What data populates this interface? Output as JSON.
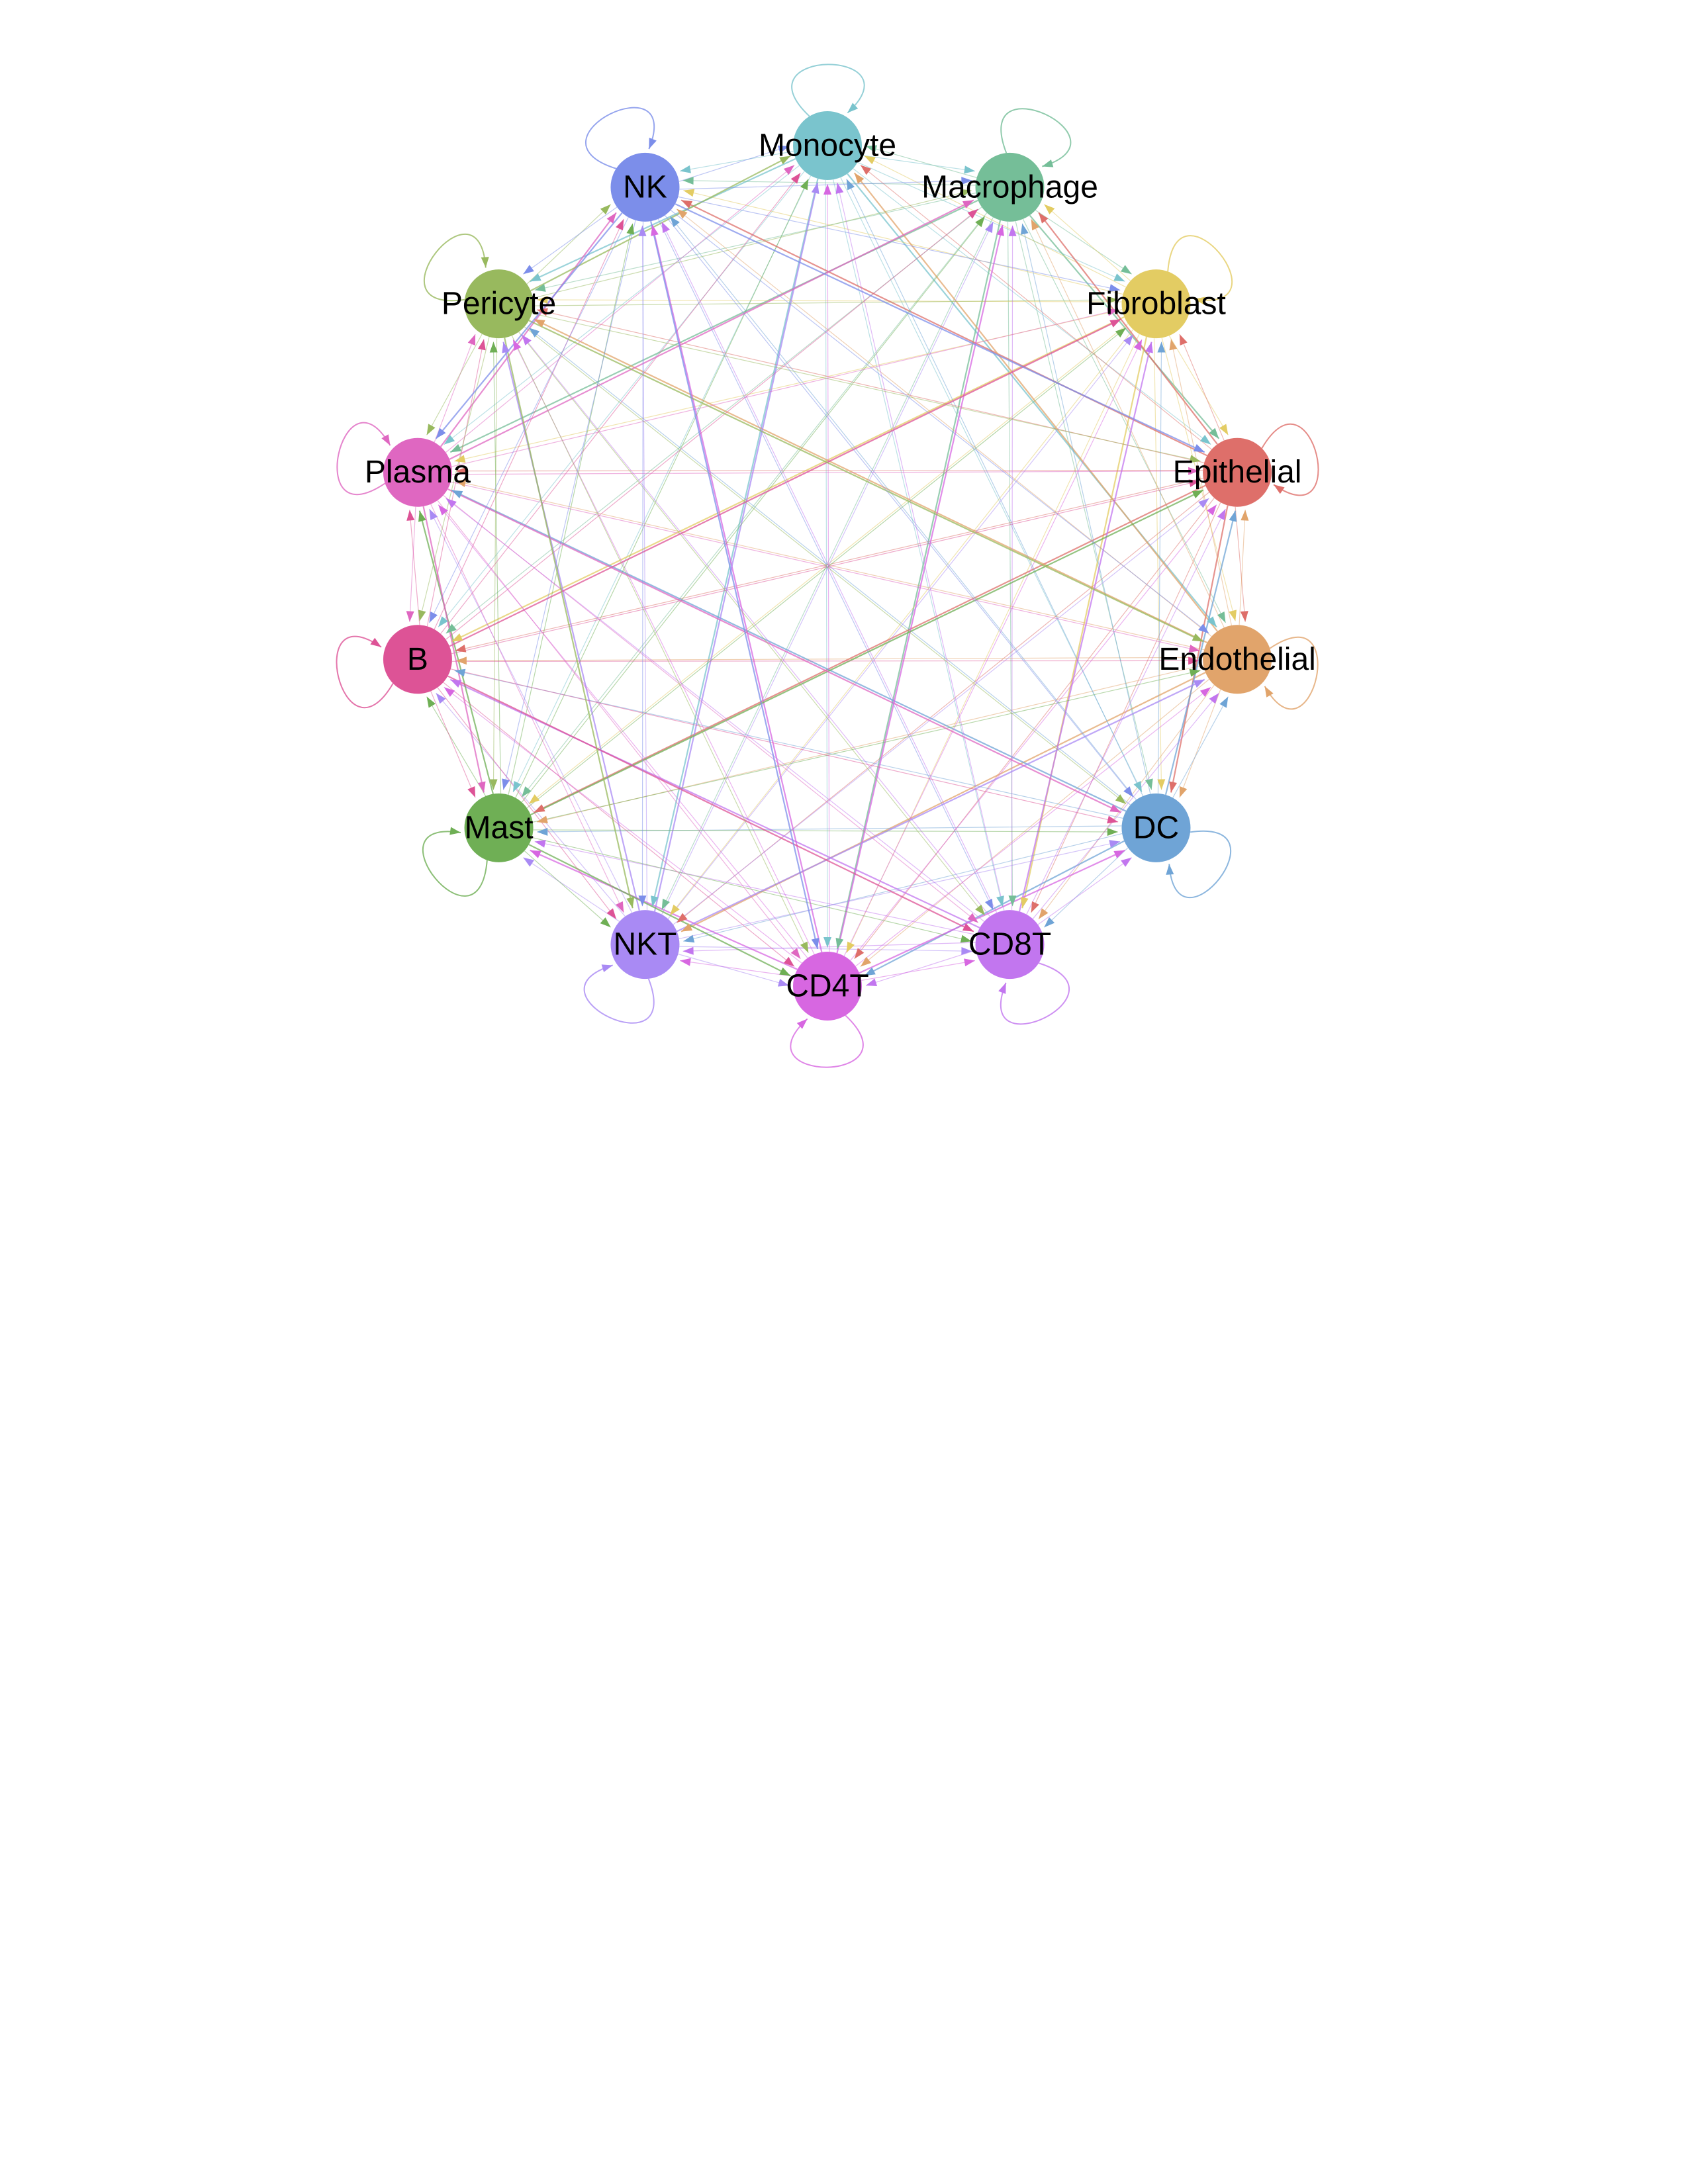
{
  "diagram": {
    "type": "circle-network",
    "nodes": [
      {
        "id": "Monocyte",
        "label": "Monocyte",
        "color": "#7AC4CD"
      },
      {
        "id": "Macrophage",
        "label": "Macrophage",
        "color": "#75BE98"
      },
      {
        "id": "Fibroblast",
        "label": "Fibroblast",
        "color": "#E3CC63"
      },
      {
        "id": "Epithelial",
        "label": "Epithelial",
        "color": "#DE6F6A"
      },
      {
        "id": "Endothelial",
        "label": "Endothelial",
        "color": "#E1A46B"
      },
      {
        "id": "DC",
        "label": "DC",
        "color": "#6FA4D6"
      },
      {
        "id": "CD8T",
        "label": "CD8T",
        "color": "#C276EF"
      },
      {
        "id": "CD4T",
        "label": "CD4T",
        "color": "#D767E1"
      },
      {
        "id": "NKT",
        "label": "NKT",
        "color": "#A98AF4"
      },
      {
        "id": "Mast",
        "label": "Mast",
        "color": "#6FAF55"
      },
      {
        "id": "B",
        "label": "B",
        "color": "#DD5396"
      },
      {
        "id": "Plasma",
        "label": "Plasma",
        "color": "#DF67C1"
      },
      {
        "id": "Pericyte",
        "label": "Pericyte",
        "color": "#98B95E"
      },
      {
        "id": "NK",
        "label": "NK",
        "color": "#7C8EEA"
      }
    ],
    "edges": "all-to-all"
  }
}
